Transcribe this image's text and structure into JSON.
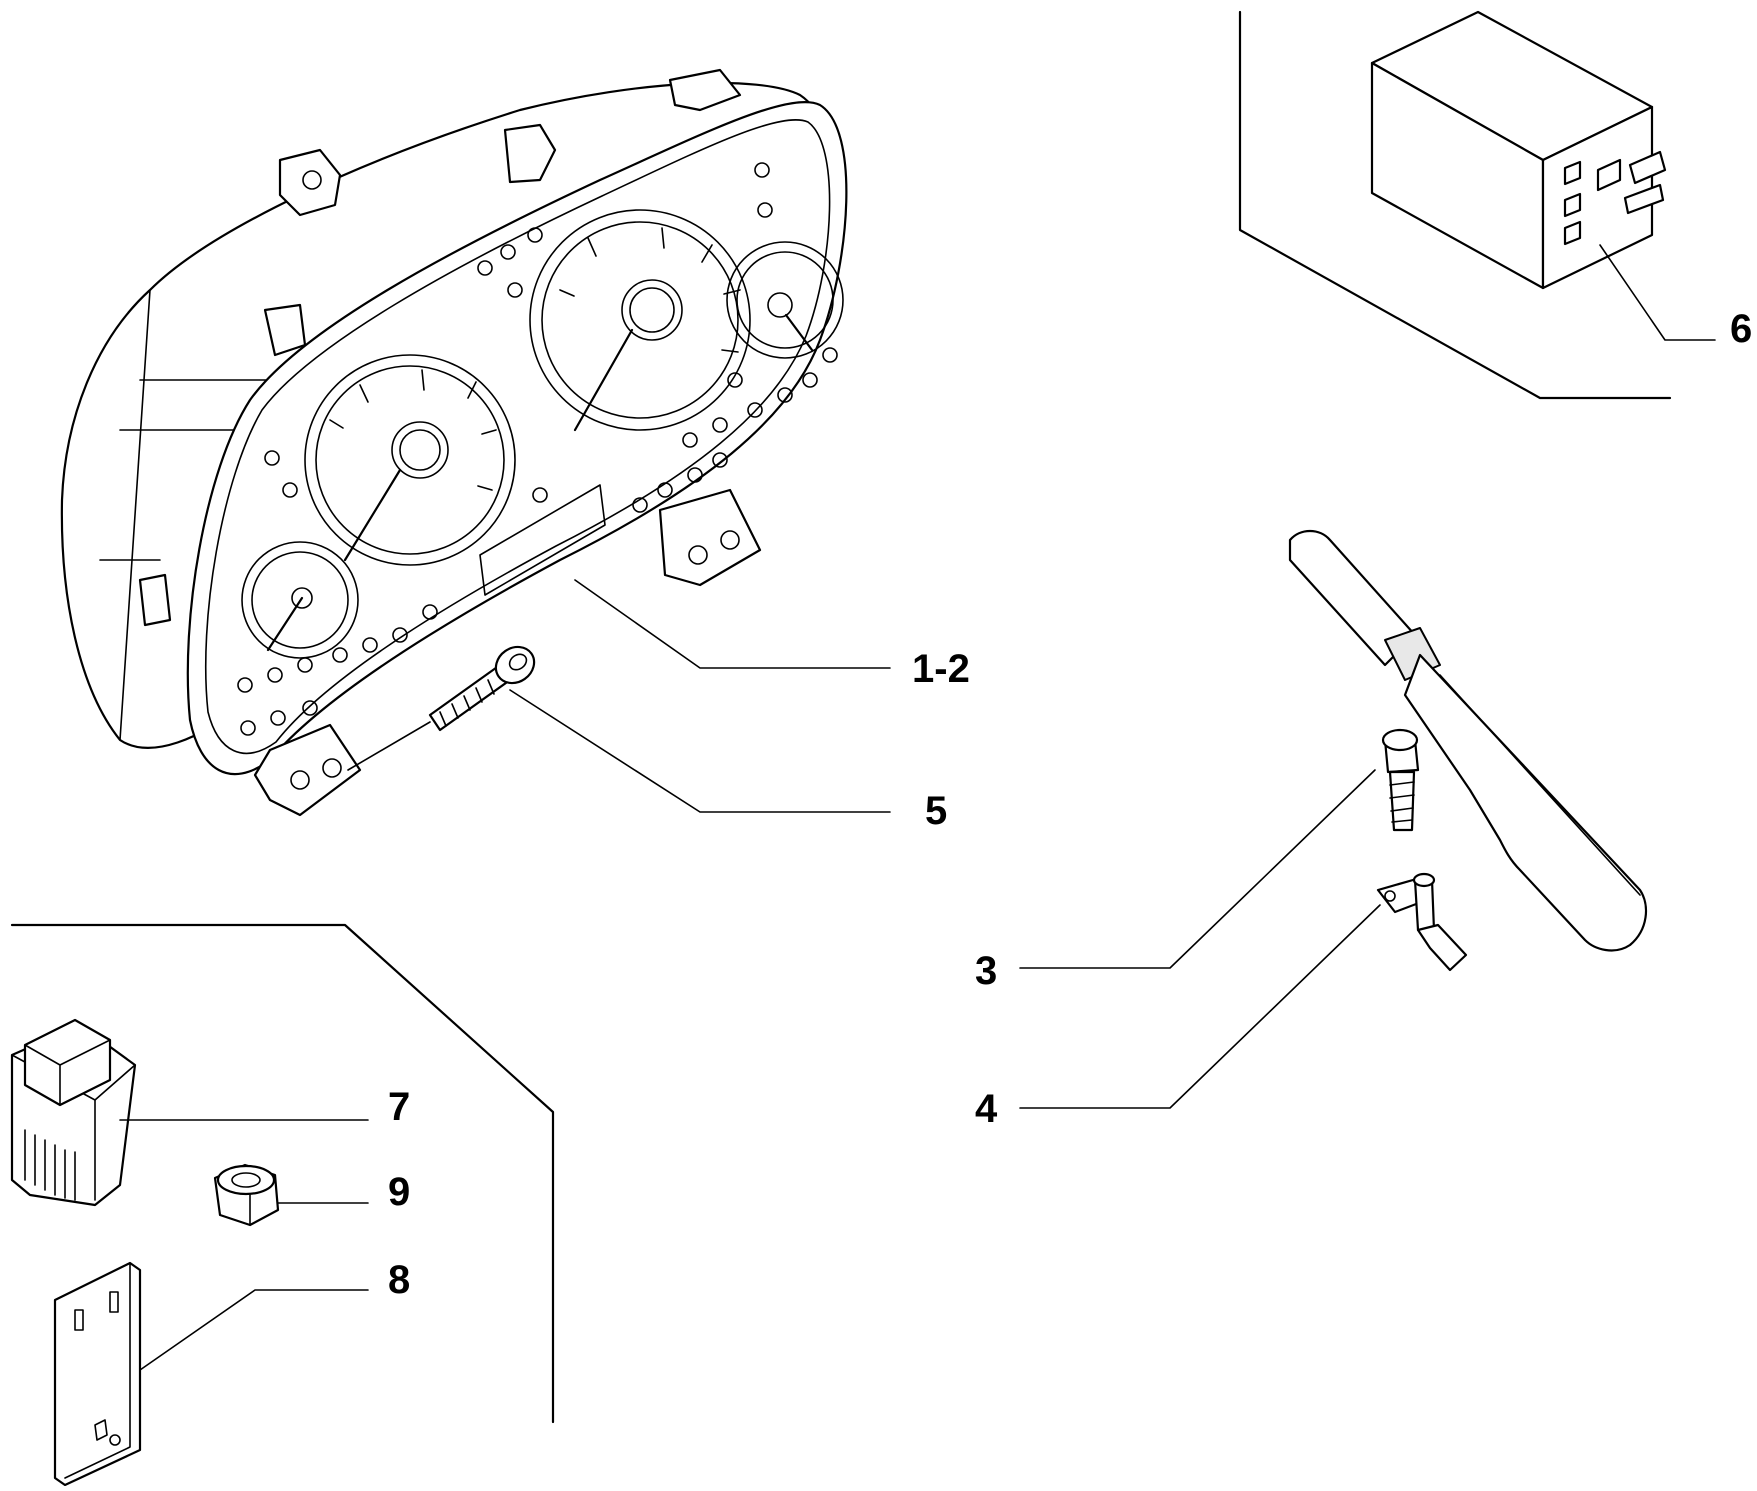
{
  "callouts": {
    "c12": "1-2",
    "c5": "5",
    "c6": "6",
    "c3": "3",
    "c4": "4",
    "c7": "7",
    "c9": "9",
    "c8": "8"
  },
  "parts": [
    {
      "id": "instrument-cluster",
      "callout": "1-2"
    },
    {
      "id": "wiper-lever-fixing-screw",
      "callout": "3"
    },
    {
      "id": "lever-pin",
      "callout": "4"
    },
    {
      "id": "cluster-fixing-screw",
      "callout": "5"
    },
    {
      "id": "relay-box",
      "callout": "6"
    },
    {
      "id": "control-unit",
      "callout": "7"
    },
    {
      "id": "connector-plate",
      "callout": "8"
    },
    {
      "id": "nut",
      "callout": "9"
    }
  ]
}
